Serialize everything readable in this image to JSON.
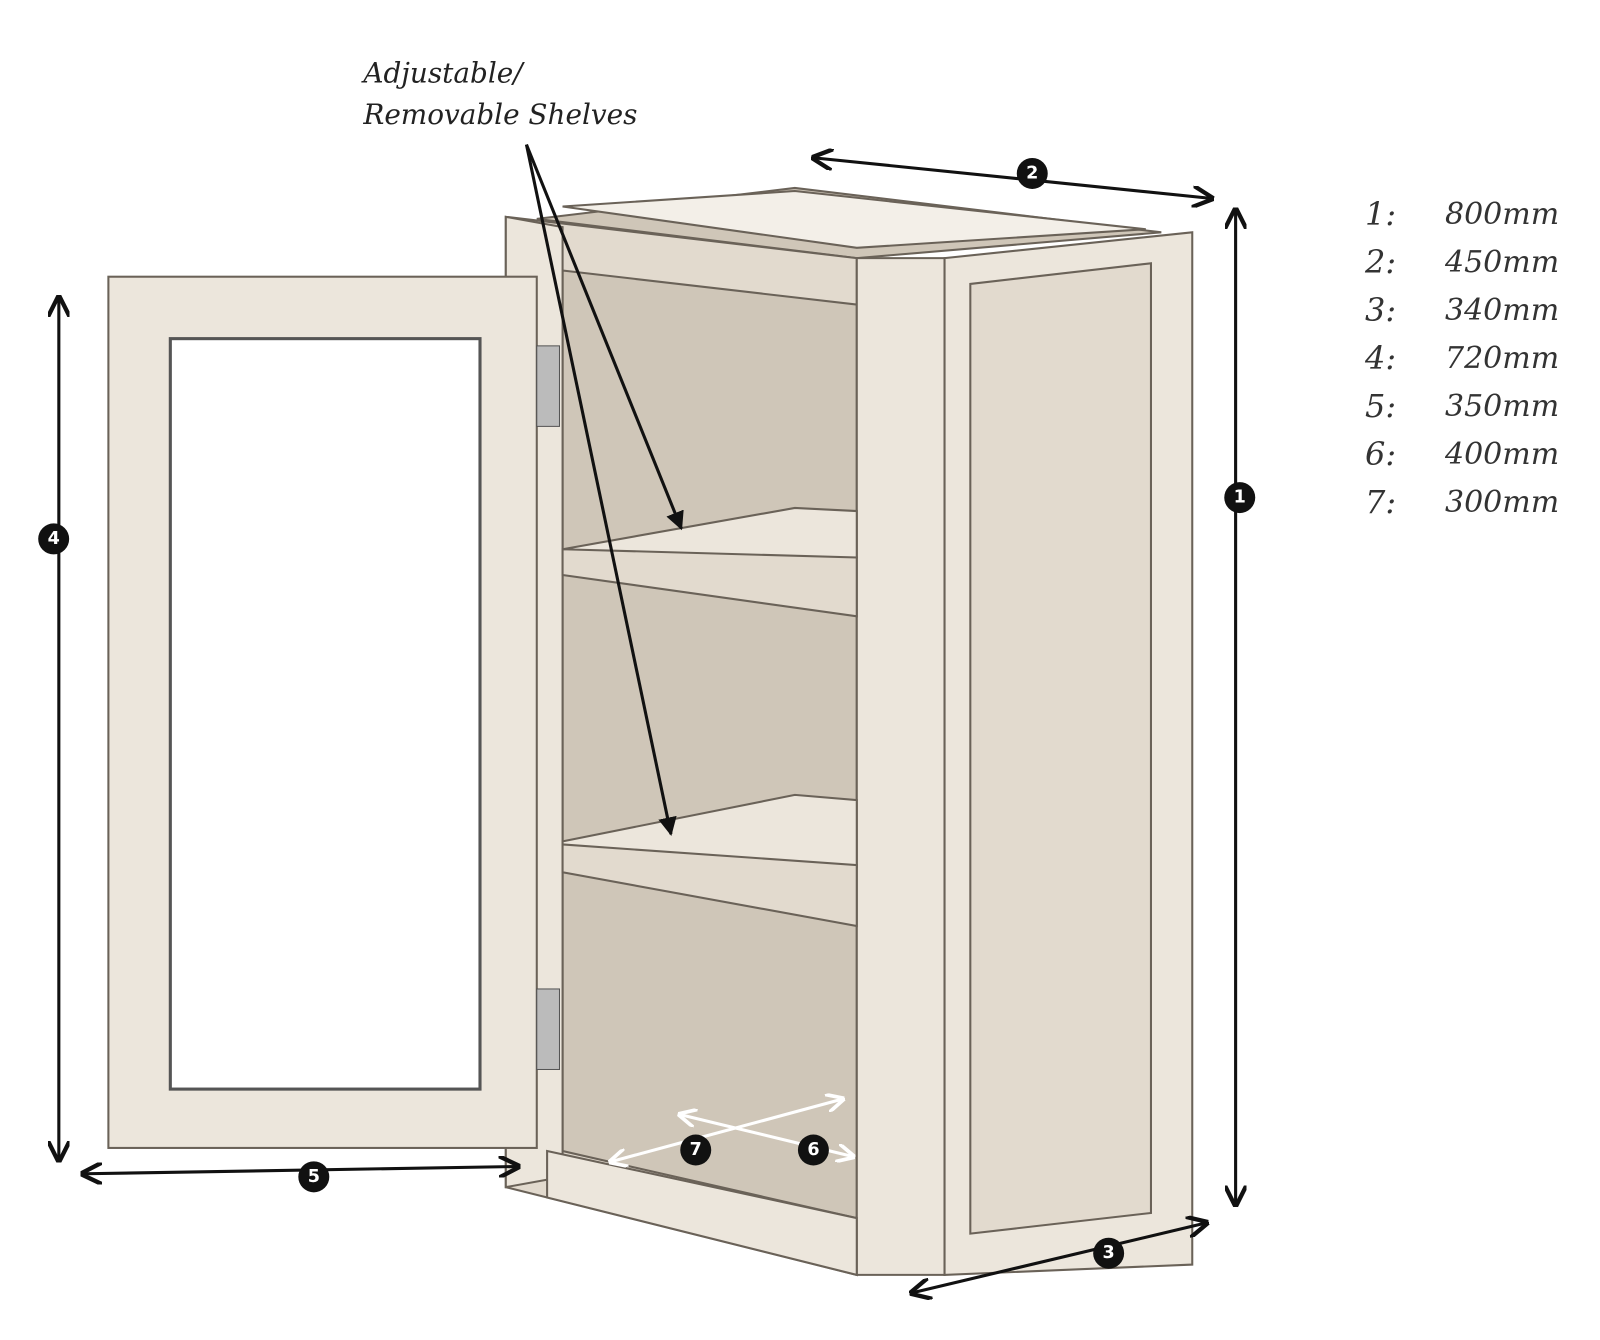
{
  "annotation": {
    "line1": "Adjustable/",
    "line2": "Removable Shelves"
  },
  "markers": [
    "1",
    "2",
    "3",
    "4",
    "5",
    "6",
    "7"
  ],
  "legend": [
    {
      "key": "1:",
      "value": "800mm"
    },
    {
      "key": "2:",
      "value": "450mm"
    },
    {
      "key": "3:",
      "value": "340mm"
    },
    {
      "key": "4:",
      "value": "720mm"
    },
    {
      "key": "5:",
      "value": "350mm"
    },
    {
      "key": "6:",
      "value": "400mm"
    },
    {
      "key": "7:",
      "value": "300mm"
    }
  ]
}
